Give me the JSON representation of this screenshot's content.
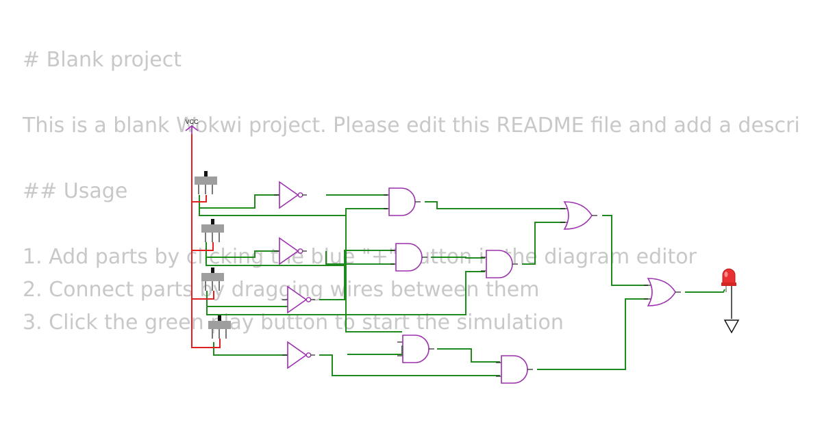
{
  "readme": {
    "title": "# Blank project",
    "description": "This is a blank Wokwi project. Please edit this README file and add a description of your design.",
    "usage_heading": "## Usage",
    "steps": [
      "1. Add parts by clicking the blue \"+\" button in the diagram editor",
      "2. Connect parts by dragging wires between them",
      "3. Click the green play button to start the simulation"
    ]
  },
  "diagram": {
    "power_label": "VCC",
    "colors": {
      "gate": "#9b2fae",
      "wire": "#1e8a1e",
      "power_wire": "#e02020",
      "switch_body": "#9e9e9e",
      "led": "#e83030"
    },
    "components": [
      "vcc",
      "switch-1",
      "switch-2",
      "switch-3",
      "switch-4",
      "not-gate-1",
      "not-gate-2",
      "not-gate-3",
      "not-gate-4",
      "and-gate-1",
      "and-gate-2",
      "and-gate-3",
      "and-gate-4",
      "and-gate-5",
      "or-gate-1",
      "or-gate-2",
      "led",
      "ground"
    ]
  }
}
